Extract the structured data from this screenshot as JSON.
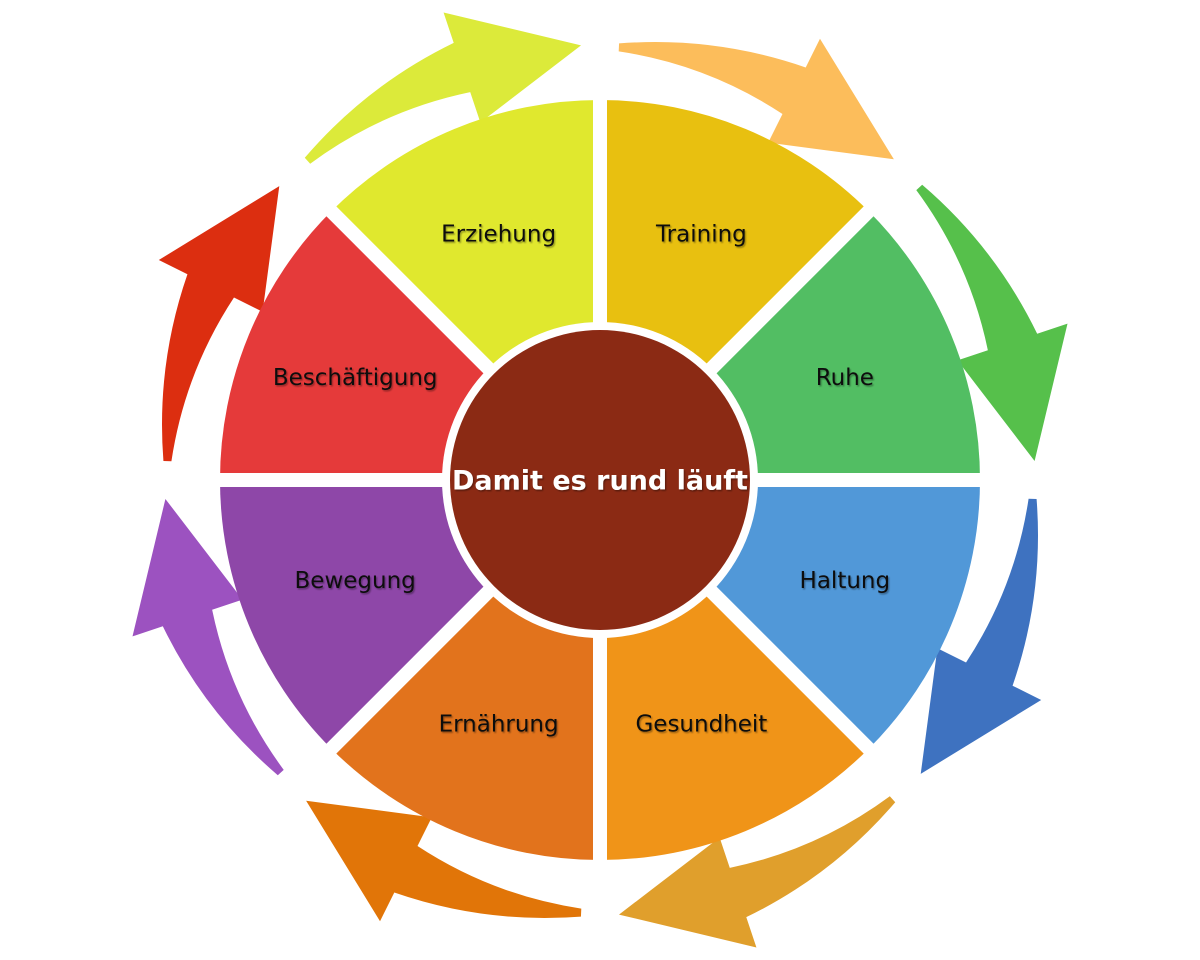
{
  "diagram": {
    "center": {
      "title": "Damit es rund läuft",
      "color": "#8b2a14"
    },
    "segments": [
      {
        "label": "Training",
        "color": "#e8c010",
        "arrow_color": "#fcbd5b",
        "arrow_icon": "curved-arrow-icon"
      },
      {
        "label": "Ruhe",
        "color": "#52be63",
        "arrow_color": "#56c04b",
        "arrow_icon": "curved-arrow-icon"
      },
      {
        "label": "Haltung",
        "color": "#5198d8",
        "arrow_color": "#3e72c0",
        "arrow_icon": "curved-arrow-icon"
      },
      {
        "label": "Gesundheit",
        "color": "#f09418",
        "arrow_color": "#e09f2c",
        "arrow_icon": "curved-arrow-icon"
      },
      {
        "label": "Ernährung",
        "color": "#e2731c",
        "arrow_color": "#e17508",
        "arrow_icon": "curved-arrow-icon"
      },
      {
        "label": "Bewegung",
        "color": "#8e47a8",
        "arrow_color": "#9c52c0",
        "arrow_icon": "curved-arrow-icon"
      },
      {
        "label": "Beschäftigung",
        "color": "#e53a3a",
        "arrow_color": "#dc2e10",
        "arrow_icon": "curved-arrow-icon"
      },
      {
        "label": "Erziehung",
        "color": "#e0e82e",
        "arrow_color": "#dcea3a",
        "arrow_icon": "curved-arrow-icon"
      }
    ]
  }
}
